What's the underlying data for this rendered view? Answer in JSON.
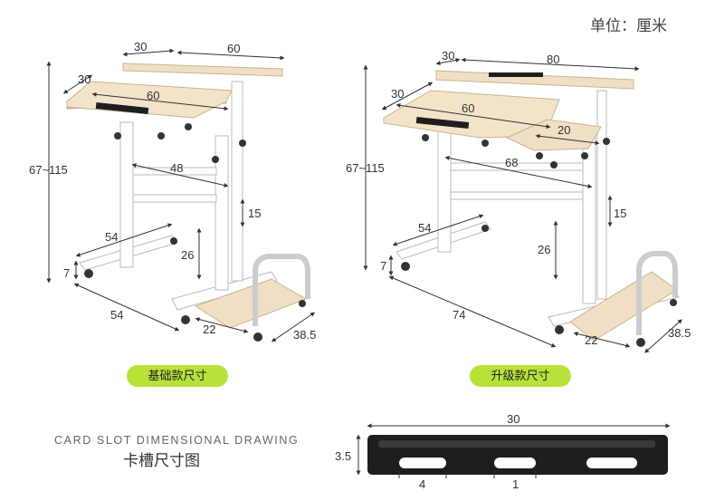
{
  "unit_label": "单位：厘米",
  "basic": {
    "badge": "基础款尺寸",
    "dims": {
      "top_depth": "30",
      "top_width": "60",
      "side_depth": "30",
      "side_width": "60",
      "height": "67~115",
      "frame_width": "48",
      "gap": "15",
      "leg": "26",
      "base": "54",
      "base_bottom": "54",
      "wheel": "7",
      "shelf_depth": "22",
      "shelf_width": "38.5"
    }
  },
  "upgrade": {
    "badge": "升级款尺寸",
    "dims": {
      "top_depth": "30",
      "top_width": "80",
      "side_depth": "30",
      "side_width": "60",
      "ext": "20",
      "height": "67~115",
      "frame_width": "68",
      "gap": "15",
      "leg": "26",
      "base": "54",
      "base_bottom": "74",
      "wheel": "7",
      "shelf_depth": "22",
      "shelf_width": "38.5"
    }
  },
  "card_slot": {
    "title_en": "CARD SLOT DIMENSIONAL DRAWING",
    "title_cn": "卡槽尺寸图",
    "width": "30",
    "height": "3.5",
    "slot": "4",
    "gap": "1"
  },
  "colors": {
    "wood": "#f0dfc4",
    "frame": "#ffffff",
    "accent": "#b8e23a",
    "dark": "#1e1e1e"
  }
}
